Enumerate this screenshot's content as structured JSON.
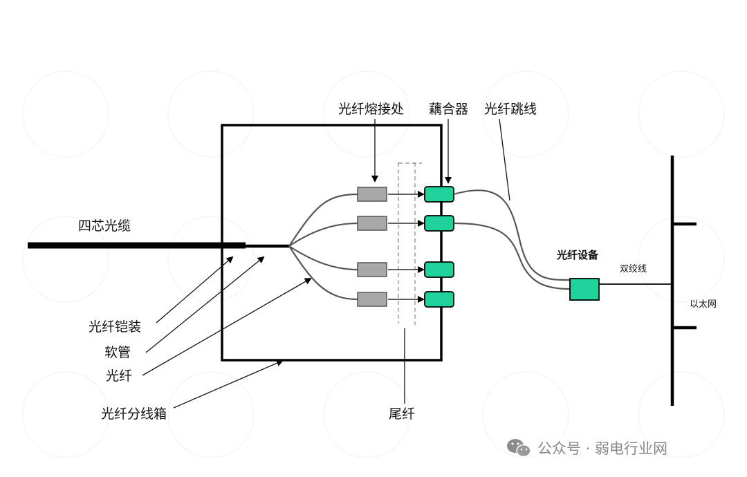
{
  "labels": {
    "four_core_cable": "四芯光缆",
    "fusion_splice": "光纤熔接处",
    "coupler": "藕合器",
    "patch_cord": "光纤跳线",
    "fiber_equipment": "光纤设备",
    "twisted_pair": "双绞线",
    "ethernet": "以太网",
    "fiber_armor": "光纤铠装",
    "soft_tube": "软管",
    "fiber": "光纤",
    "distribution_box": "光纤分线箱",
    "pigtail": "尾纤"
  },
  "watermark": {
    "source": "公众号 · 弱电行业网",
    "icon": "wechat-icon"
  },
  "colors": {
    "coupler_fill": "#1fd19a",
    "splice_fill": "#a8a8a8",
    "device_fill": "#1fd19a",
    "line": "#000000"
  }
}
